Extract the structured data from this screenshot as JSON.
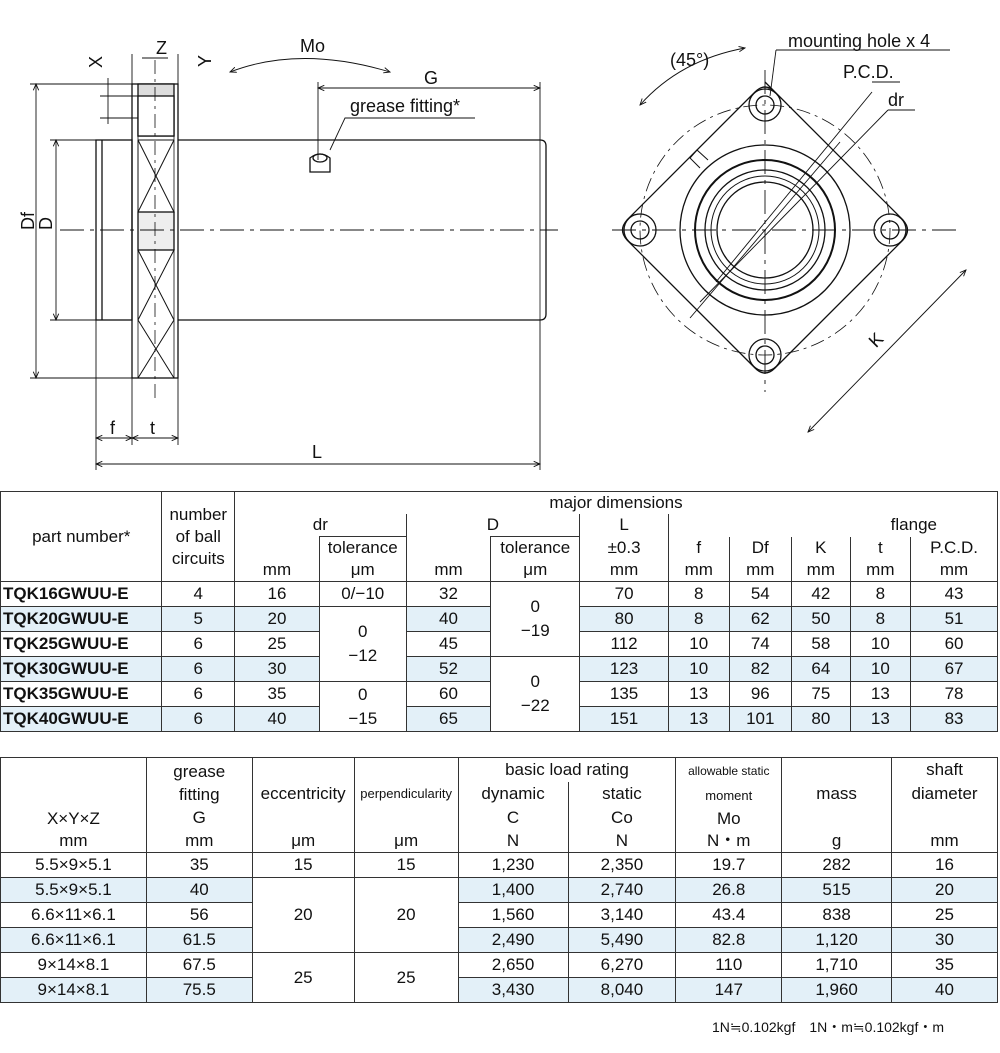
{
  "drawing": {
    "labels": {
      "x": "X",
      "z": "Z",
      "y": "Y",
      "mo": "Mo",
      "g": "G",
      "grease": "grease fitting*",
      "df": "Df",
      "d": "D",
      "f": "f",
      "t": "t",
      "l": "L",
      "angle": "(45°)",
      "mounting": "mounting hole x 4",
      "pcd": "P.C.D.",
      "dr": "dr",
      "k": "K"
    }
  },
  "table1": {
    "headers": {
      "part_number": "part number*",
      "circuits": [
        "number",
        "of ball",
        "circuits"
      ],
      "major": "major dimensions",
      "dr": "dr",
      "tolerance": "tolerance",
      "d": "D",
      "l": "L",
      "l_tol": "±0.3",
      "f": "f",
      "df": "Df",
      "k": "K",
      "flange": "flange",
      "t": "t",
      "pcd": "P.C.D.",
      "mm": "mm",
      "um": "μm"
    },
    "rows": [
      {
        "part": "TQK16GWUU-E",
        "circuits": "4",
        "dr": "16",
        "D": "32",
        "L": "70",
        "f": "8",
        "Df": "54",
        "K": "42",
        "t": "8",
        "PCD": "43"
      },
      {
        "part": "TQK20GWUU-E",
        "circuits": "5",
        "dr": "20",
        "D": "40",
        "L": "80",
        "f": "8",
        "Df": "62",
        "K": "50",
        "t": "8",
        "PCD": "51"
      },
      {
        "part": "TQK25GWUU-E",
        "circuits": "6",
        "dr": "25",
        "D": "45",
        "L": "112",
        "f": "10",
        "Df": "74",
        "K": "58",
        "t": "10",
        "PCD": "60"
      },
      {
        "part": "TQK30GWUU-E",
        "circuits": "6",
        "dr": "30",
        "D": "52",
        "L": "123",
        "f": "10",
        "Df": "82",
        "K": "64",
        "t": "10",
        "PCD": "67"
      },
      {
        "part": "TQK35GWUU-E",
        "circuits": "6",
        "dr": "35",
        "D": "60",
        "L": "135",
        "f": "13",
        "Df": "96",
        "K": "75",
        "t": "13",
        "PCD": "78"
      },
      {
        "part": "TQK40GWUU-E",
        "circuits": "6",
        "dr": "40",
        "D": "65",
        "L": "151",
        "f": "13",
        "Df": "101",
        "K": "80",
        "t": "13",
        "PCD": "83"
      }
    ],
    "dr_tol": [
      "0/−10",
      "0",
      "−12",
      "0",
      "−15"
    ],
    "d_tol": [
      "0",
      "−19",
      "0",
      "−22"
    ]
  },
  "table2": {
    "headers": {
      "xyz": "X×Y×Z",
      "grease": [
        "grease",
        "fitting",
        "G"
      ],
      "ecc": "eccentricity",
      "perp": "perpendicularity",
      "basic": "basic load rating",
      "dynamic": [
        "dynamic",
        "C"
      ],
      "static": [
        "static",
        "Co"
      ],
      "allow": [
        "allowable static",
        "moment",
        "Mo"
      ],
      "mass": "mass",
      "shaft": [
        "shaft",
        "diameter"
      ],
      "units": [
        "mm",
        "mm",
        "μm",
        "μm",
        "N",
        "N",
        "N・m",
        "g",
        "mm"
      ]
    },
    "rows": [
      {
        "xyz": "5.5×9×5.1",
        "G": "35",
        "C": "1,230",
        "Co": "2,350",
        "Mo": "19.7",
        "mass": "282",
        "shaft": "16"
      },
      {
        "xyz": "5.5×9×5.1",
        "G": "40",
        "C": "1,400",
        "Co": "2,740",
        "Mo": "26.8",
        "mass": "515",
        "shaft": "20"
      },
      {
        "xyz": "6.6×11×6.1",
        "G": "56",
        "C": "1,560",
        "Co": "3,140",
        "Mo": "43.4",
        "mass": "838",
        "shaft": "25"
      },
      {
        "xyz": "6.6×11×6.1",
        "G": "61.5",
        "C": "2,490",
        "Co": "5,490",
        "Mo": "82.8",
        "mass": "1,120",
        "shaft": "30"
      },
      {
        "xyz": "9×14×8.1",
        "G": "67.5",
        "C": "2,650",
        "Co": "6,270",
        "Mo": "110",
        "mass": "1,710",
        "shaft": "35"
      },
      {
        "xyz": "9×14×8.1",
        "G": "75.5",
        "C": "3,430",
        "Co": "8,040",
        "Mo": "147",
        "mass": "1,960",
        "shaft": "40"
      }
    ],
    "ecc": [
      "15",
      "20",
      "25"
    ],
    "perp": [
      "15",
      "20",
      "25"
    ]
  },
  "footnote": "1N≒0.102kgf　1N・m≒0.102kgf・m"
}
